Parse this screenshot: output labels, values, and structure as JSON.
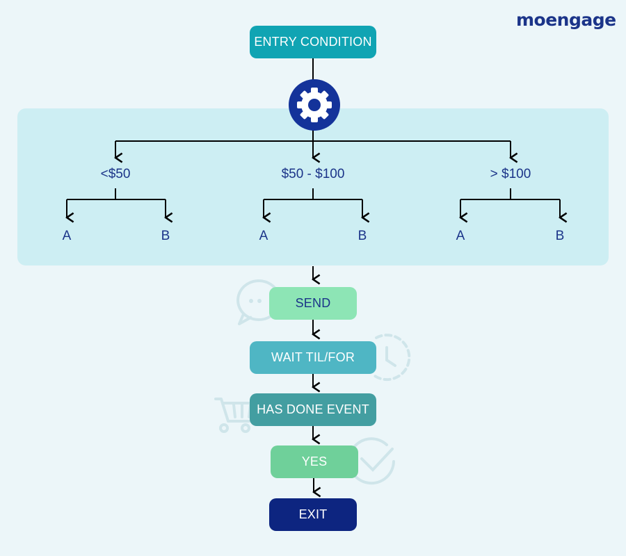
{
  "brand": {
    "logo_text": "moengage"
  },
  "flow": {
    "entry": "ENTRY CONDITION",
    "branches": [
      {
        "label": "<$50",
        "splits": [
          "A",
          "B"
        ]
      },
      {
        "label": "$50 - $100",
        "splits": [
          "A",
          "B"
        ]
      },
      {
        "label": "> $100",
        "splits": [
          "A",
          "B"
        ]
      }
    ],
    "steps": {
      "send": "SEND",
      "wait": "WAIT TIL/FOR",
      "has_done_event": "HAS DONE EVENT",
      "yes": "YES",
      "exit": "EXIT"
    }
  },
  "icons": {
    "hub": "gear-icon",
    "send_decor": "chat-bubble-icon",
    "wait_decor": "clock-icon",
    "event_decor": "shopping-cart-icon",
    "yes_decor": "checkmark-circle-icon"
  },
  "colors": {
    "background": "#ecf6f9",
    "panel": "#cdeef3",
    "entry": "#10a4b3",
    "send": "#8de5b5",
    "wait": "#4fb6c4",
    "has_done_event": "#439ea1",
    "yes": "#6fd09a",
    "exit": "#0d2580",
    "gear_circle": "#14339a",
    "text_dark": "#1b3489"
  }
}
